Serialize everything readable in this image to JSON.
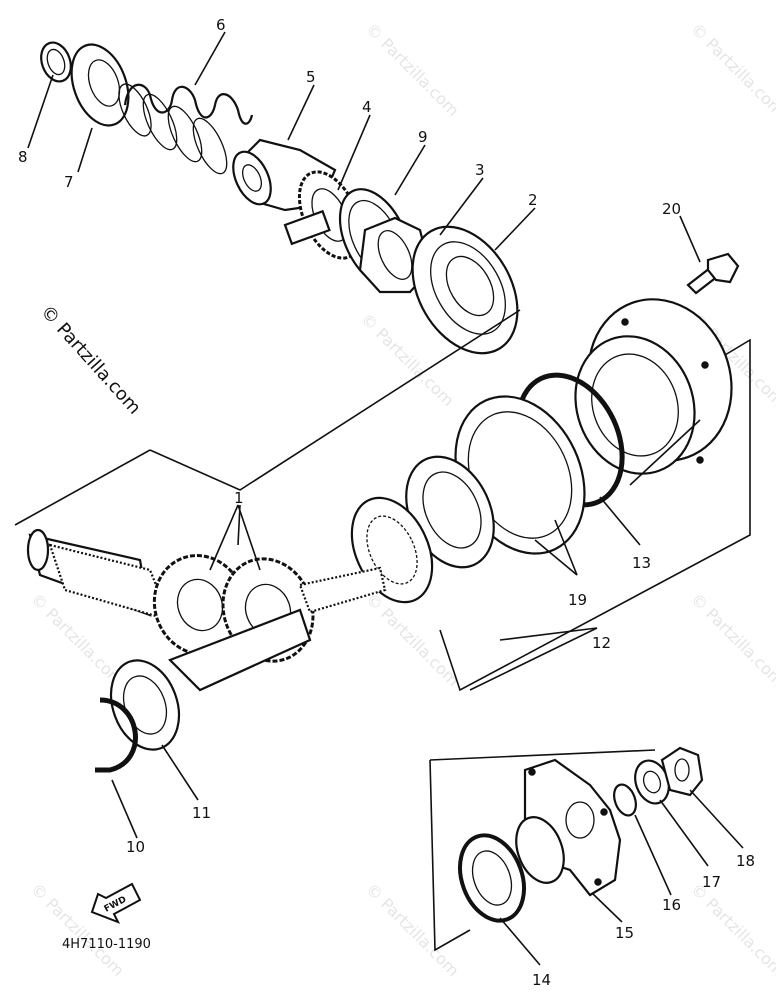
{
  "callouts": {
    "c1": "1",
    "c2": "2",
    "c3": "3",
    "c4": "4",
    "c5": "5",
    "c6": "6",
    "c7": "7",
    "c8": "8",
    "c9": "9",
    "c10": "10",
    "c11": "11",
    "c12": "12",
    "c13": "13",
    "c14": "14",
    "c15": "15",
    "c16": "16",
    "c17": "17",
    "c18": "18",
    "c19": "19",
    "c20": "20"
  },
  "fwd_label": "FWD",
  "diagram_code": "4H7110-1190",
  "watermark": "© Partzilla.com"
}
